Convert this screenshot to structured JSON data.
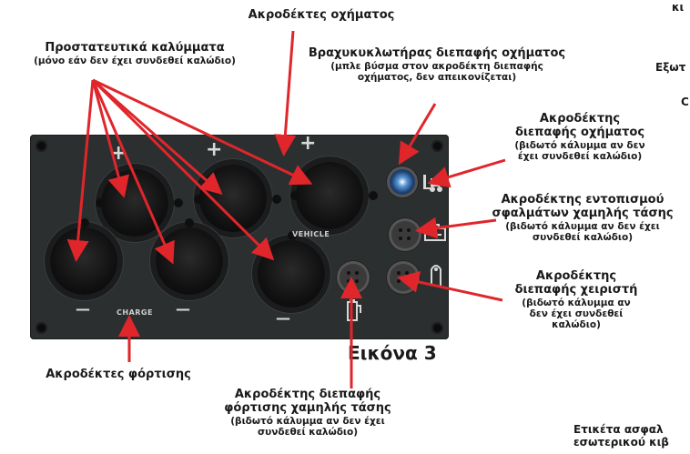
{
  "labels": {
    "vehicle_terminals": "Ακροδέκτες οχήματος",
    "protective_caps": "Προστατευτικά καλύμματα",
    "protective_caps_note": "(μόνο εάν δεν έχει συνδεθεί καλώδιο)",
    "short_circuit": "Βραχυκυκλωτήρας διεπαφής οχήματος",
    "short_circuit_note_1": "(μπλε βύσμα στον ακροδέκτη διεπαφής",
    "short_circuit_note_2": "οχήματος, δεν απεικονίζεται)",
    "vehicle_interface_1": "Ακροδέκτης",
    "vehicle_interface_2": "διεπαφής οχήματος",
    "vehicle_interface_note_1": "(βιδωτό κάλυμμα αν δεν",
    "vehicle_interface_note_2": "έχει συνδεθεί καλώδιο)",
    "lv_fault_1": "Ακροδέκτης εντοπισμού",
    "lv_fault_2": "σφαλμάτων χαμηλής τάσης",
    "lv_fault_note_1": "(βιδωτό κάλυμμα αν δεν έχει",
    "lv_fault_note_2": "συνδεθεί καλώδιο)",
    "operator_1": "Ακροδέκτης",
    "operator_2": "διεπαφής χειριστή",
    "operator_note_1": "(βιδωτό κάλυμμα αν",
    "operator_note_2": "δεν έχει συνδεθεί",
    "operator_note_3": "καλώδιο)",
    "charge_terminals": "Ακροδέκτες φόρτισης",
    "lv_charge_1": "Ακροδέκτης διεπαφής",
    "lv_charge_2": "φόρτισης χαμηλής τάσης",
    "lv_charge_note_1": "(βιδωτό κάλυμμα αν δεν έχει",
    "lv_charge_note_2": "συνδεθεί καλώδιο)",
    "figure": "Εικόνα 3",
    "cut_top_right": "κι",
    "cut_mid_right": "Εξωτ",
    "cut_mid_right_2": "C",
    "cut_bottom_1": "Ετικέτα ασφαλ",
    "cut_bottom_2": "εσωτερικού κιβ"
  },
  "panel": {
    "plus": "+",
    "minus": "—",
    "vehicle_text": "VEHICLE",
    "charge_text": "CHARGE"
  },
  "colors": {
    "arrow": "#e0262b",
    "panel": "#2c2f30"
  }
}
